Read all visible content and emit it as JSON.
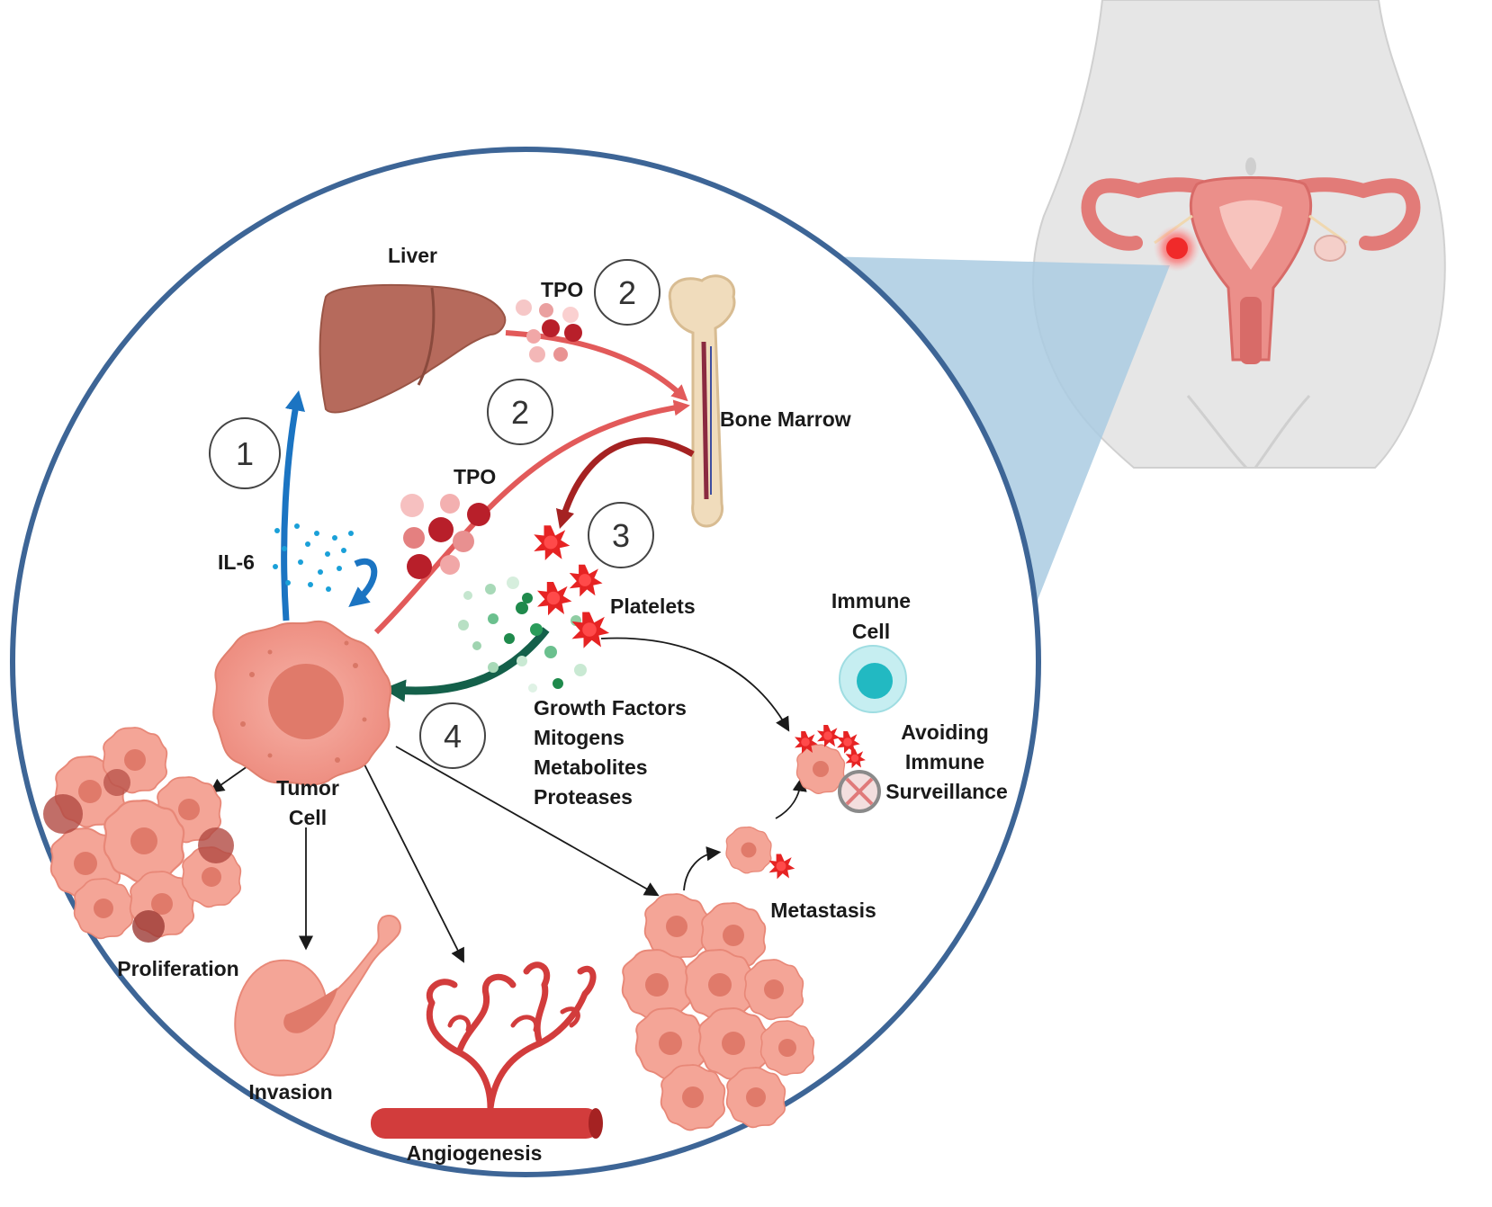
{
  "labels": {
    "liver": "Liver",
    "tpo_top": "TPO",
    "tpo_mid": "TPO",
    "bone_marrow": "Bone Marrow",
    "il6": "IL-6",
    "platelets": "Platelets",
    "immune_cell_line1": "Immune",
    "immune_cell_line2": "Cell",
    "avoiding_line1": "Avoiding",
    "avoiding_line2": "Immune",
    "avoiding_line3": "Surveillance",
    "growth_factors": "Growth Factors",
    "mitogens": "Mitogens",
    "metabolites": "Metabolites",
    "proteases": "Proteases",
    "tumor_cell_line1": "Tumor",
    "tumor_cell_line2": "Cell",
    "proliferation": "Proliferation",
    "invasion": "Invasion",
    "angiogenesis": "Angiogenesis",
    "metastasis": "Metastasis"
  },
  "steps": {
    "step1": "1",
    "step2_top": "2",
    "step2_mid": "2",
    "step3": "3",
    "step4": "4"
  },
  "colors": {
    "circle_border": "#3d6596",
    "body_silhouette": "#e6e6e6",
    "projection": "#aacbe2",
    "liver": "#b66a5c",
    "tpo_arrow": "#e25a5a",
    "platelet_arrow": "#a52222",
    "il6_arrow": "#1b74c2",
    "growth_factor_arrow": "#14604a",
    "tumor_cell": "#f3a093",
    "platelet": "#e62323",
    "immune_cell": "#3ec9cf",
    "vessel": "#d23c3c"
  },
  "icons": {
    "liver": "liver-icon",
    "bone": "bone-marrow-icon",
    "platelet": "platelet-icon",
    "tumor": "tumor-cell-icon",
    "immune": "immune-cell-icon",
    "blocked": "blocked-icon",
    "vessel": "blood-vessel-icon"
  }
}
